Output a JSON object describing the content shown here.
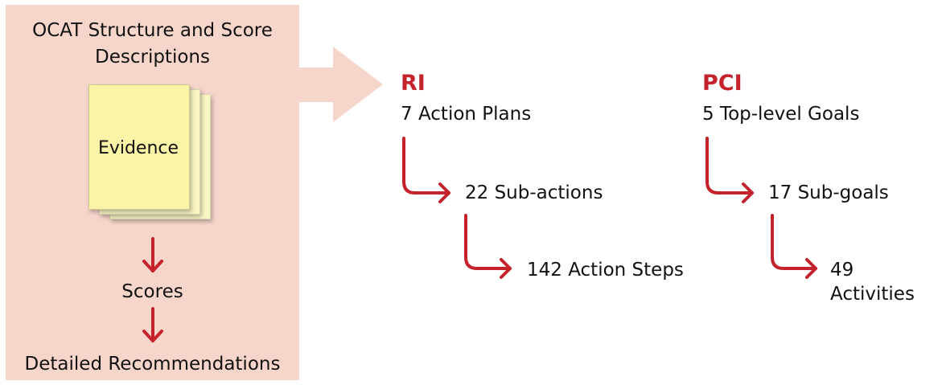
{
  "panel": {
    "title": "OCAT Structure and Score Descriptions",
    "evidence_label": "Evidence",
    "scores_label": "Scores",
    "recommendations_label": "Detailed Recommendations"
  },
  "ri": {
    "heading": "RI",
    "level1": "7 Action Plans",
    "level2": "22 Sub-actions",
    "level3": "142 Action Steps"
  },
  "pci": {
    "heading": "PCI",
    "level1": "5 Top-level Goals",
    "level2": "17 Sub-goals",
    "level3": "49 Activities"
  },
  "colors": {
    "panel_bg": "#f6d6cb",
    "accent_red": "#c4232c",
    "big_arrow": "#f6d6cb",
    "evidence_page": "#fbf3a5"
  }
}
